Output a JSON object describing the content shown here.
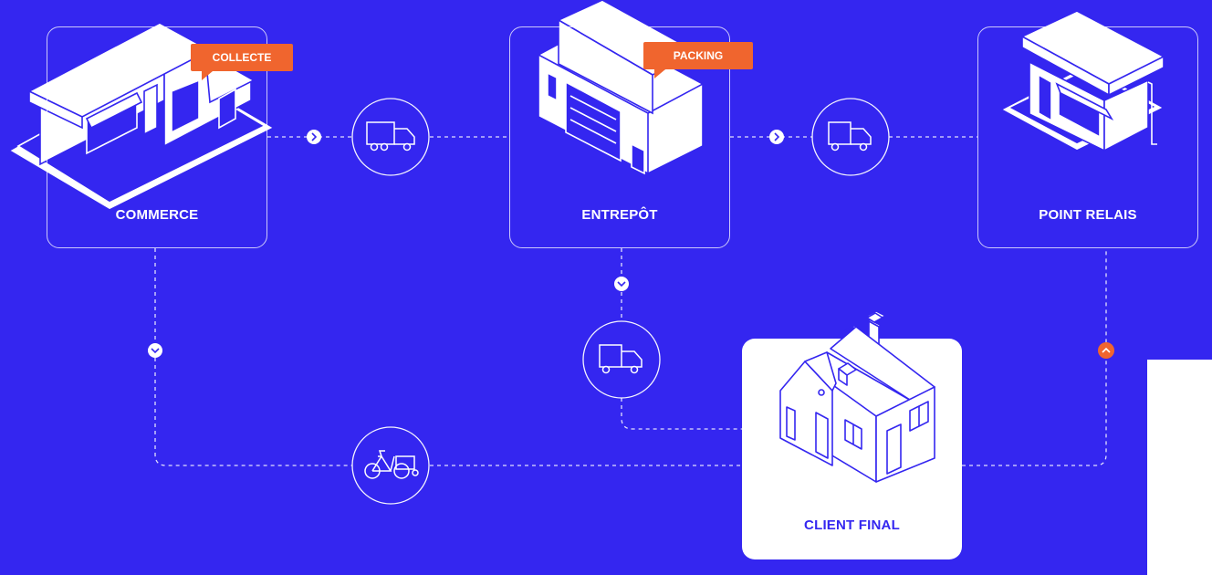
{
  "nodes": {
    "commerce": {
      "label": "COMMERCE",
      "tag": "COLLECTE"
    },
    "entrepot": {
      "label": "ENTREPÔT",
      "tag": "PACKING"
    },
    "point_relais": {
      "label": "POINT RELAIS"
    },
    "client_final": {
      "label": "CLIENT FINAL"
    }
  },
  "transports": {
    "commerce_to_entrepot": "truck-icon",
    "entrepot_to_point_relais": "truck-icon",
    "entrepot_to_client": "truck-icon",
    "commerce_to_client": "cargo-bike-icon"
  },
  "colors": {
    "background": "#3426f0",
    "accent": "#f0652e",
    "line": "#ffffff"
  }
}
